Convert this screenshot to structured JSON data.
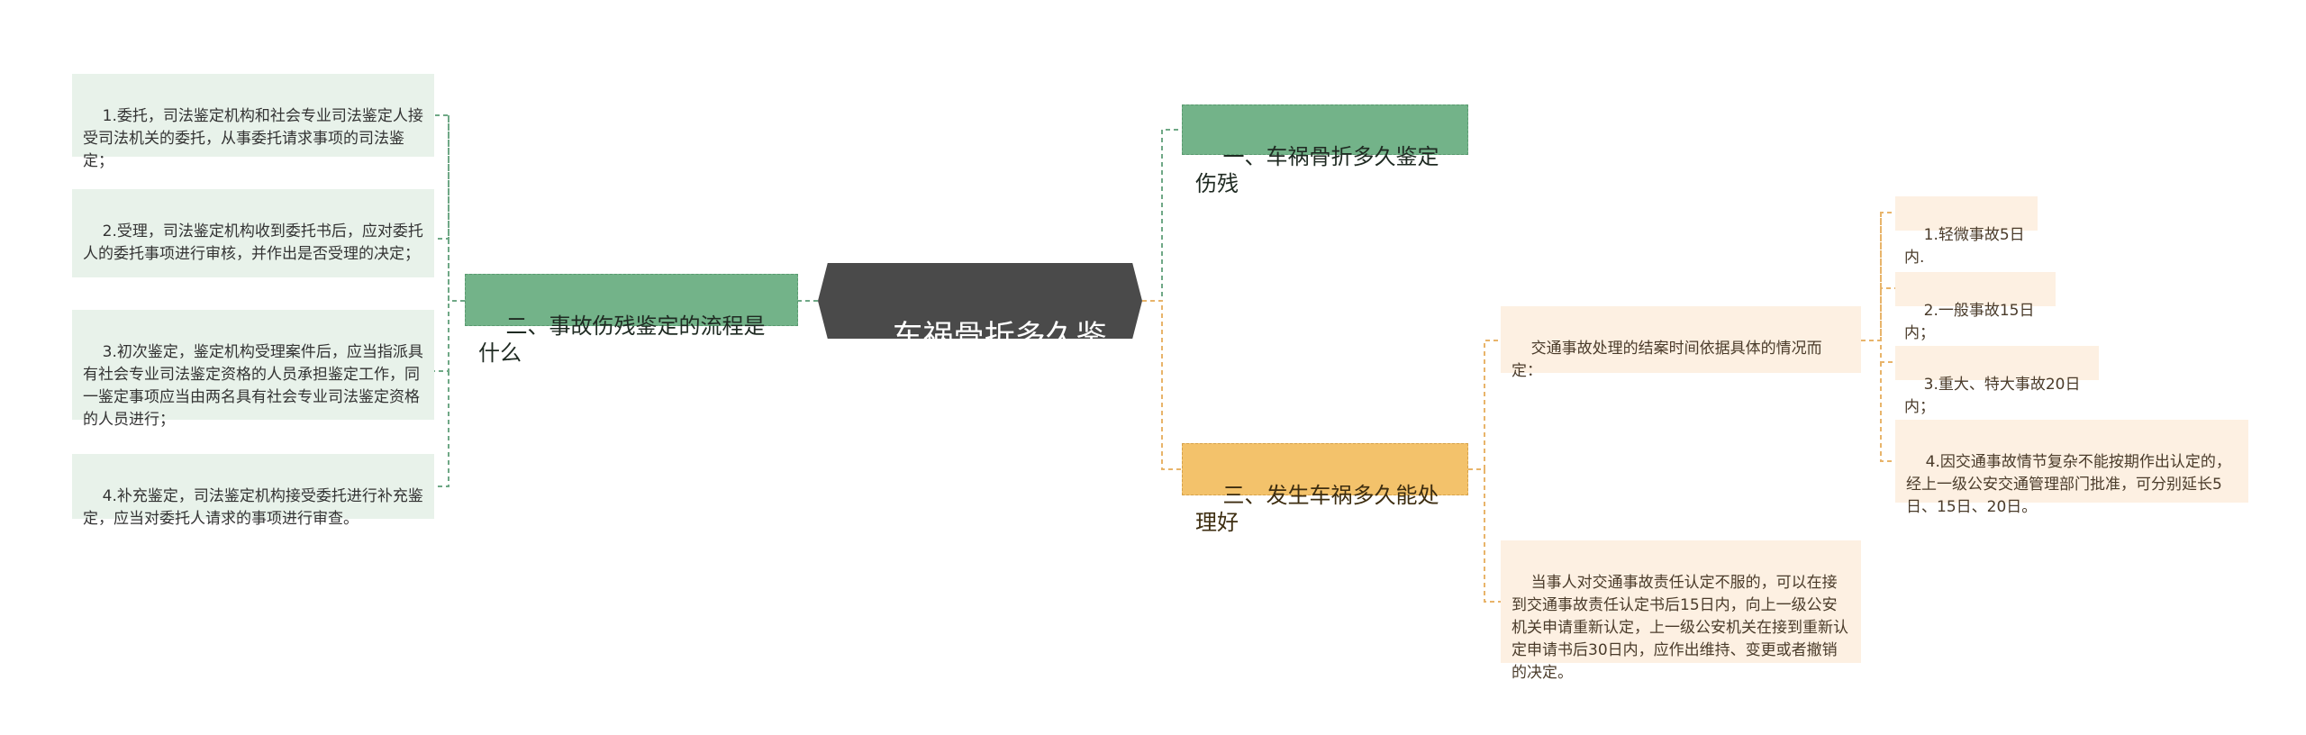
{
  "root": {
    "title": "车祸骨折多久鉴定伤残"
  },
  "branches": {
    "b1": {
      "label": "一、车祸骨折多久鉴定伤残"
    },
    "b2": {
      "label": "二、事故伤残鉴定的流程是什么"
    },
    "b3": {
      "label": "三、发生车祸多久能处理好"
    }
  },
  "process_steps": [
    {
      "text": "1.委托，司法鉴定机构和社会专业司法鉴定人接受司法机关的委托，从事委托请求事项的司法鉴定；"
    },
    {
      "text": "2.受理，司法鉴定机构收到委托书后，应对委托人的委托事项进行审核，并作出是否受理的决定；"
    },
    {
      "text": "3.初次鉴定，鉴定机构受理案件后，应当指派具有社会专业司法鉴定资格的人员承担鉴定工作，同一鉴定事项应当由两名具有社会专业司法鉴定资格的人员进行；"
    },
    {
      "text": "4.补充鉴定，司法鉴定机构接受委托进行补充鉴定，应当对委托人请求的事项进行审查。"
    }
  ],
  "handling": {
    "intro": "交通事故处理的结案时间依据具体的情况而定：",
    "items": [
      {
        "text": "1.轻微事故5日内."
      },
      {
        "text": "2.一般事故15日内；"
      },
      {
        "text": "3.重大、特大事故20日内；"
      },
      {
        "text": "4.因交通事故情节复杂不能按期作出认定的，经上一级公安交通管理部门批准，可分别延长5日、15日、20日。"
      }
    ],
    "appeal": "当事人对交通事故责任认定不服的，可以在接到交通事故责任认定书后15日内，向上一级公安机关申请重新认定，上一级公安机关在接到重新认定申请书后30日内，应作出维持、变更或者撤销的决定。"
  },
  "colors": {
    "root_bg": "#4a4a4a",
    "green_branch": "#73b389",
    "green_leaf": "#e8f2ea",
    "orange_branch": "#f3c26b",
    "orange_leaf": "#fdf0e2",
    "green_line": "#6fa886",
    "orange_line": "#e8b46a"
  }
}
